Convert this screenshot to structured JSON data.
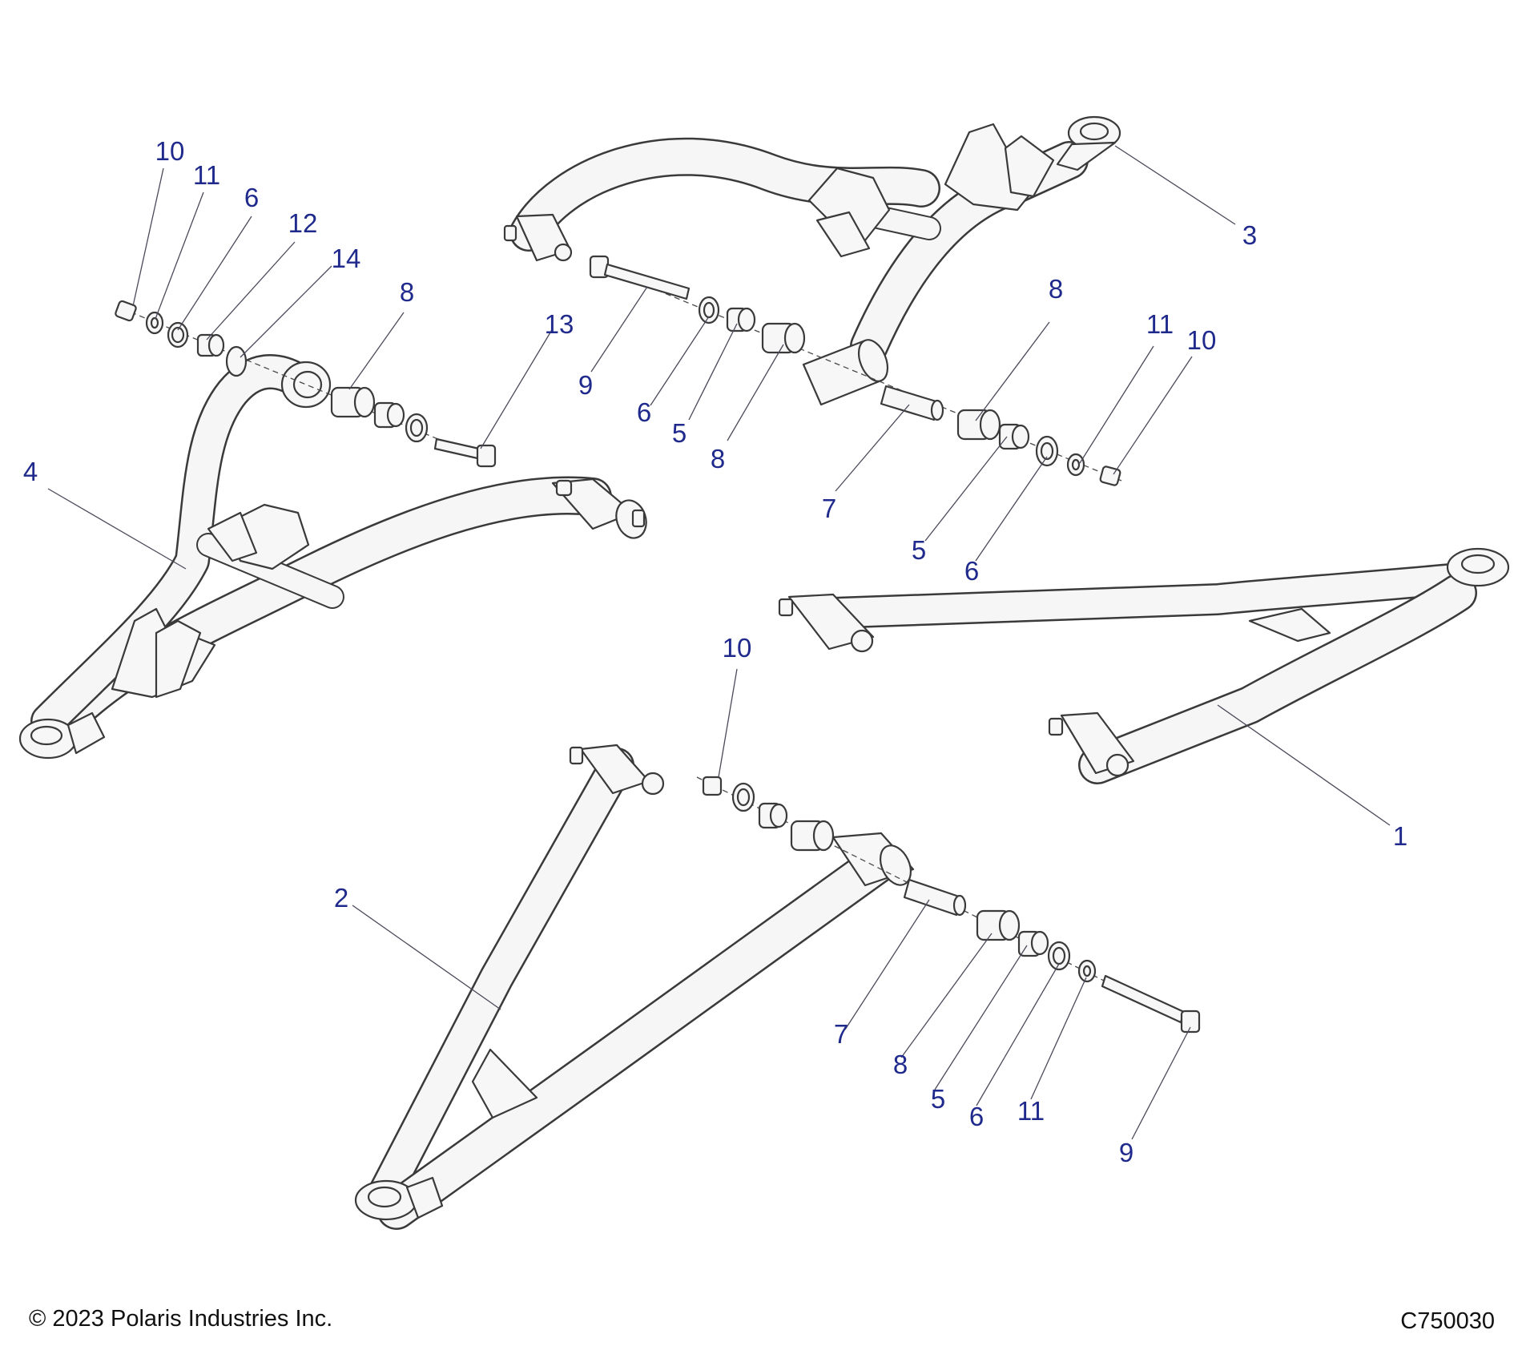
{
  "diagram": {
    "callouts": {
      "c1": "1",
      "c2": "2",
      "c3": "3",
      "c4": "4",
      "c5a": "5",
      "c5b": "5",
      "c5c": "5",
      "c6a": "6",
      "c6b": "6",
      "c6c": "6",
      "c6d": "6",
      "c7a": "7",
      "c7b": "7",
      "c8a": "8",
      "c8b": "8",
      "c8c": "8",
      "c8d": "8",
      "c9a": "9",
      "c9b": "9",
      "c10a": "10",
      "c10b": "10",
      "c10c": "10",
      "c11a": "11",
      "c11b": "11",
      "c11c": "11",
      "c12": "12",
      "c13": "13",
      "c14": "14"
    },
    "callout_color": "#1f2a8c",
    "line_color": "#3a3a3a"
  },
  "footer": {
    "copyright": "© 2023 Polaris Industries Inc.",
    "diagram_code": "C750030"
  }
}
